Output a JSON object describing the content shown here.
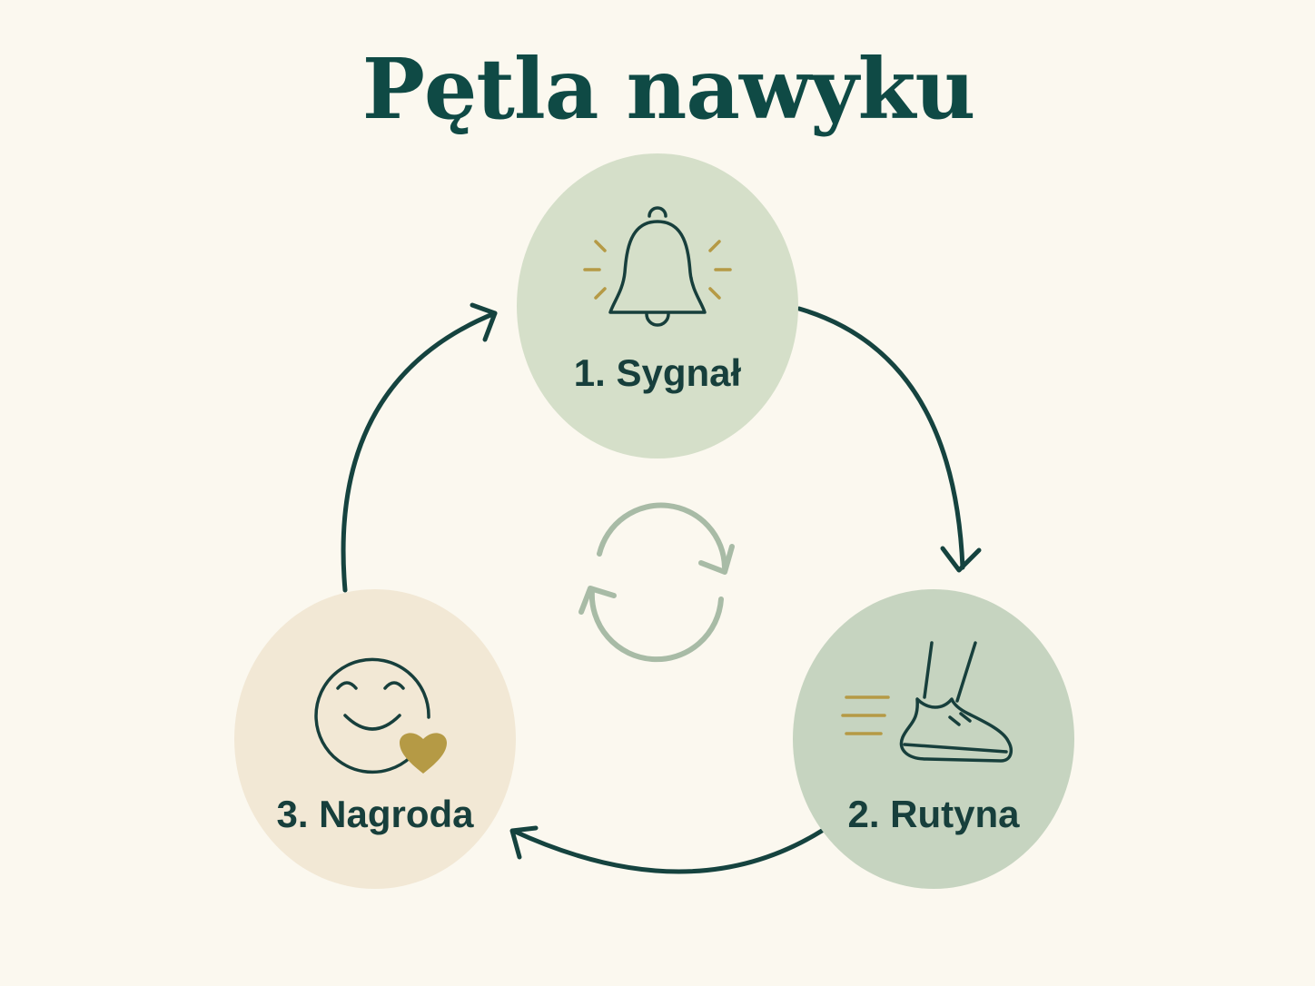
{
  "title": "Pętla nawyku",
  "steps": [
    {
      "label": "1. Sygnał",
      "icon": "bell-icon",
      "fill": "#d5dfc9"
    },
    {
      "label": "2. Rutyna",
      "icon": "shoe-icon",
      "fill": "#c6d4c0"
    },
    {
      "label": "3. Nagroda",
      "icon": "smiley-heart-icon",
      "fill": "#f2e8d5"
    }
  ],
  "center_icon": "cycle-arrows-icon",
  "colors": {
    "background": "#fbf8ef",
    "ink": "#173f3c",
    "accent_gold": "#b59a45",
    "cycle_icon": "#a8bba6"
  }
}
